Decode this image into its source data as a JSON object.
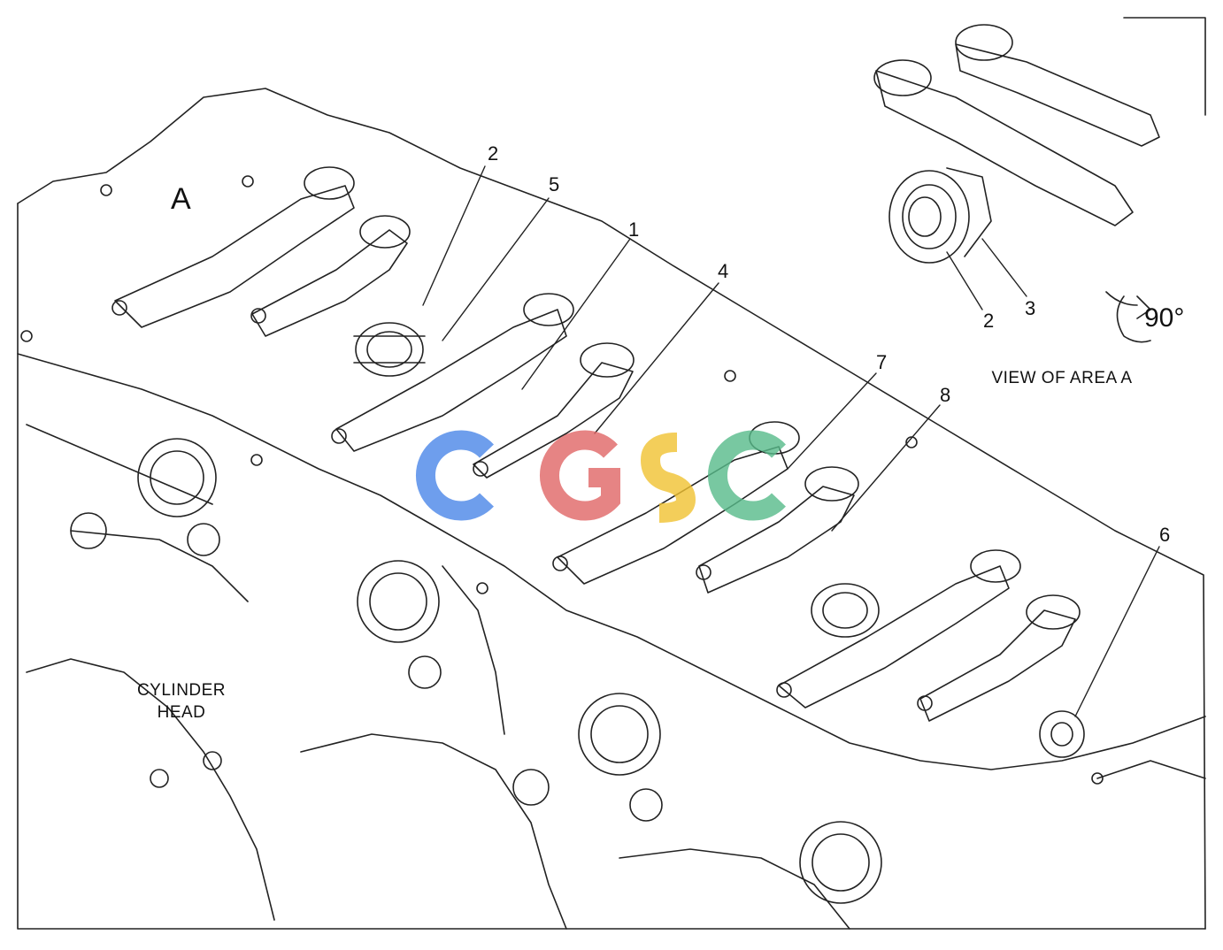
{
  "labels": {
    "area_a": "A",
    "callout_1": "1",
    "callout_2": "2",
    "callout_2_detail": "2",
    "callout_3": "3",
    "callout_4": "4",
    "callout_5": "5",
    "callout_6": "6",
    "callout_7": "7",
    "callout_8": "8",
    "rotation": "90°",
    "view_caption": "VIEW OF AREA A",
    "cylinder_head_line1": "CYLINDER",
    "cylinder_head_line2": "HEAD"
  },
  "watermark": {
    "colors": [
      "#4a86e8",
      "#e06666",
      "#f1c232",
      "#57bb8a"
    ]
  }
}
